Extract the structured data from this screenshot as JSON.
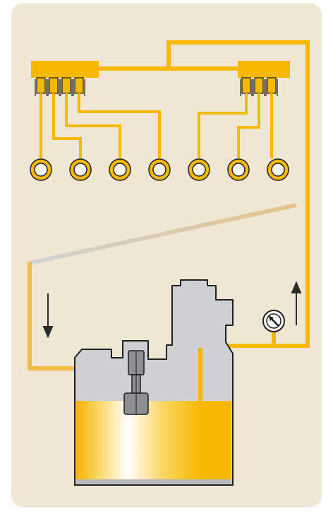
{
  "diagram": {
    "kind": "centralized lubrication system schematic",
    "colors": {
      "panel": "#efe6d3",
      "pipe": "#f7b800",
      "pipe_dark": "#d99a00",
      "return_pipe": "#d8d2c4",
      "return_pipe_faded": "#e9c98a",
      "housing": "#cfd0d4",
      "housing_stroke": "#1e1e1e",
      "oil_light": "#fff6d8",
      "oil_dark": "#f4b300",
      "arrow": "#2a2a2a"
    },
    "components": {
      "distributors": [
        {
          "id": "left",
          "outlets": 4,
          "icon": "distributor-manifold-icon"
        },
        {
          "id": "right",
          "outlets": 3,
          "icon": "distributor-manifold-icon"
        }
      ],
      "lubrication_points": 7,
      "pressure_gauge": {
        "icon": "pressure-gauge-icon"
      },
      "flow_arrows": [
        {
          "id": "return-flow",
          "direction": "down"
        },
        {
          "id": "supply-flow",
          "direction": "up"
        }
      ],
      "reservoir": {
        "icon": "oil-reservoir-icon",
        "has_pump": true
      }
    }
  }
}
